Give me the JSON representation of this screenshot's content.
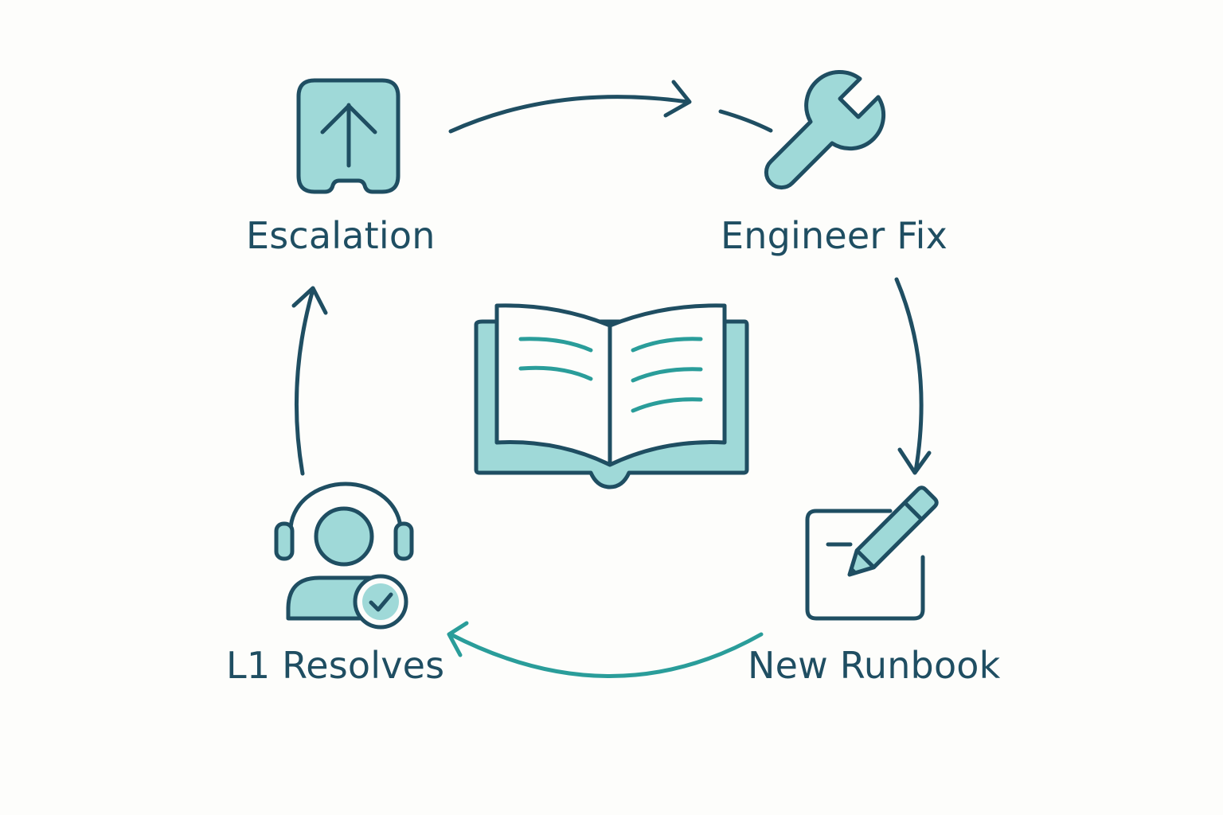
{
  "colors": {
    "stroke": "#1f4e62",
    "fill": "#9fd9d8",
    "accent": "#2a9d9a",
    "background": "#fdfdfb",
    "paper": "#fdfdfb"
  },
  "nodes": [
    {
      "id": "escalation",
      "label": "Escalation",
      "icon": "escalation-up-arrow-icon"
    },
    {
      "id": "engineer_fix",
      "label": "Engineer Fix",
      "icon": "wrench-icon"
    },
    {
      "id": "new_runbook",
      "label": "New Runbook",
      "icon": "edit-pencil-icon"
    },
    {
      "id": "l1_resolves",
      "label": "L1 Resolves",
      "icon": "support-agent-check-icon"
    }
  ],
  "center": {
    "icon": "open-book-icon"
  },
  "flow": [
    {
      "from": "escalation",
      "to": "engineer_fix",
      "style": "solid-then-dashed"
    },
    {
      "from": "engineer_fix",
      "to": "new_runbook",
      "style": "solid"
    },
    {
      "from": "new_runbook",
      "to": "l1_resolves",
      "style": "accent"
    },
    {
      "from": "l1_resolves",
      "to": "escalation",
      "style": "solid"
    }
  ]
}
